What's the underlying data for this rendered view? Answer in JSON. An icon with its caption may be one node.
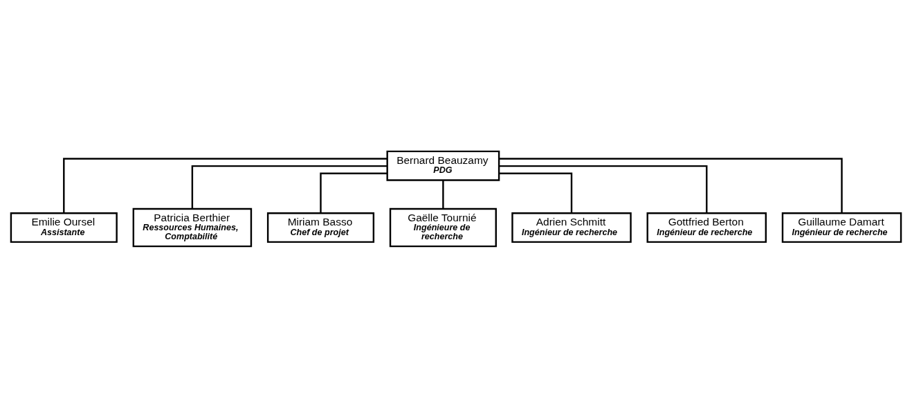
{
  "diagram": {
    "nodes": [
      {
        "text": [
          "Bernard Beauzamy",
          "PDG"
        ]
      },
      {
        "text": [
          "Emilie Oursel",
          "Assistante"
        ]
      },
      {
        "text": [
          "Patricia Berthier",
          "Ressources Humaines, Comptabilité"
        ]
      },
      {
        "text": [
          "Miriam Basso",
          "Chef de projet"
        ]
      },
      {
        "text": [
          "Gaëlle Tournié",
          "Ingénieure de recherche"
        ]
      },
      {
        "text": [
          "Adrien Schmitt",
          "Ingénieur de recherche"
        ]
      },
      {
        "text": [
          "Gottfried Berton",
          "Ingénieur de recherche"
        ]
      },
      {
        "text": [
          "Guillaume Damart",
          "Ingénieur de recherche"
        ]
      }
    ],
    "edges": [
      {
        "from": 0,
        "to": 1,
        "arrow": "none"
      },
      {
        "from": 0,
        "to": 2,
        "arrow": "none"
      },
      {
        "from": 0,
        "to": 3,
        "arrow": "none"
      },
      {
        "from": 0,
        "to": 4,
        "arrow": "none"
      },
      {
        "from": 0,
        "to": 5,
        "arrow": "none"
      },
      {
        "from": 0,
        "to": 6,
        "arrow": "none"
      },
      {
        "from": 0,
        "to": 7,
        "arrow": "none"
      }
    ]
  }
}
